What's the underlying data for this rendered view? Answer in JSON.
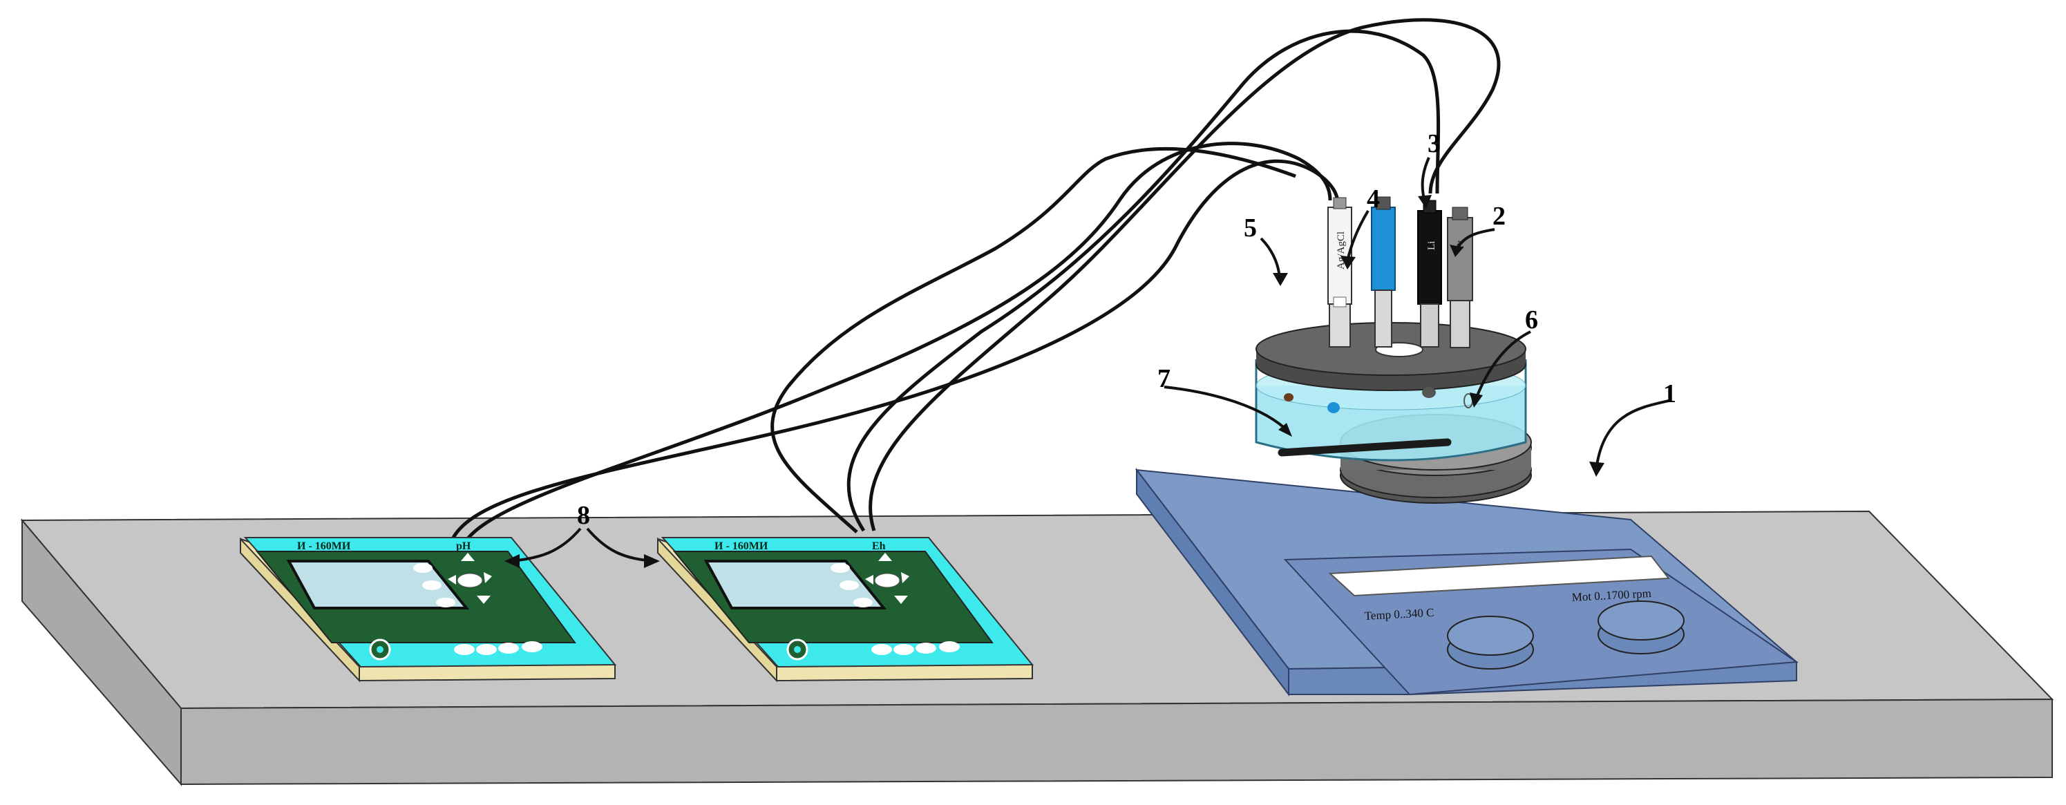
{
  "figure": {
    "callouts": {
      "stirrer": "1",
      "pt_electrode": "2",
      "li_electrode": "3",
      "blue_electrode": "4",
      "ref_electrode": "5",
      "cell": "6",
      "stir_bar": "7",
      "meters": "8"
    },
    "meter_left": {
      "model": "И - 160МИ",
      "channel": "pH"
    },
    "meter_right": {
      "model": "И - 160МИ",
      "channel": "Eh"
    },
    "stirrer_labels": {
      "temp": "Temp 0..340 C",
      "motor": "Mot 0..1700 rpm"
    },
    "electrode_labels": {
      "ref": "Ag/AgCl",
      "li": "Li",
      "pt": "Pt"
    }
  },
  "colors": {
    "table_top": "#c6c6c6",
    "table_front": "#b0b0b0",
    "stirrer_body": "#7d9ac6",
    "meter_teal": "#3ee9ec",
    "meter_green": "#1f5f32",
    "meter_base": "#efe4b0",
    "water": "#9fe3ef",
    "electrode_blue": "#1e90d8"
  }
}
